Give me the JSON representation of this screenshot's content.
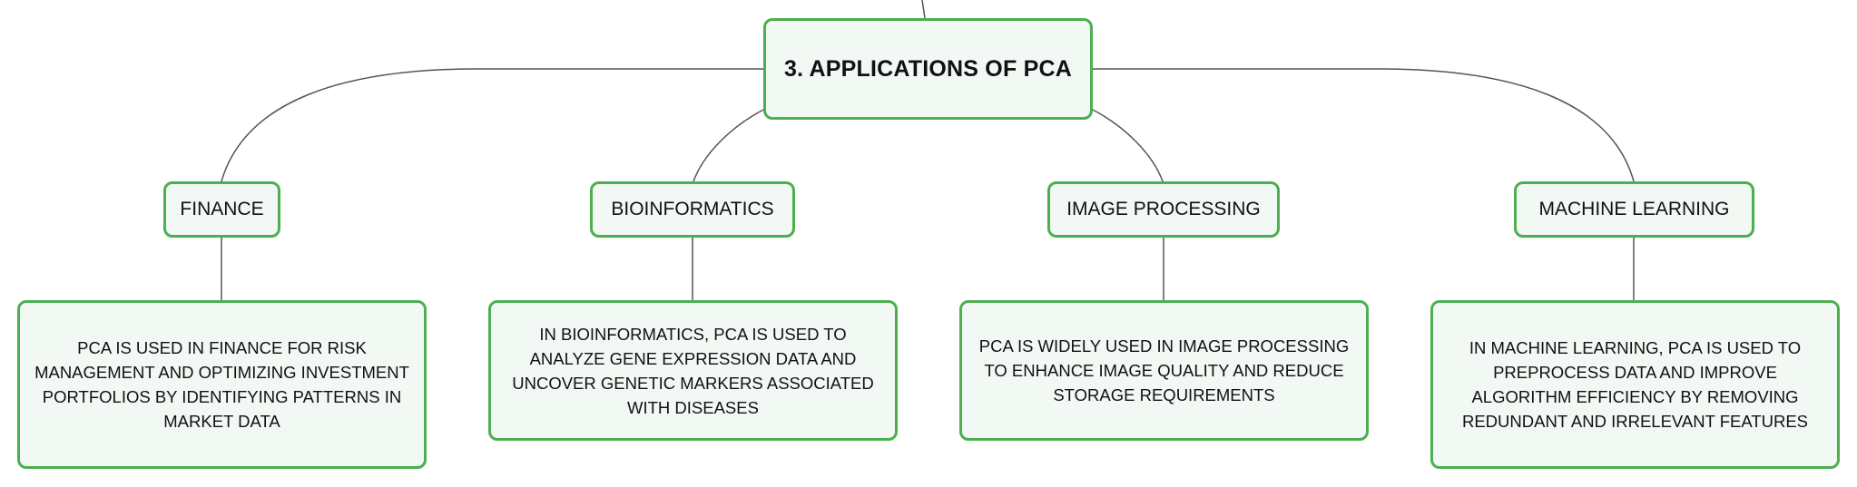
{
  "diagram": {
    "root": {
      "label": "3. APPLICATIONS OF PCA"
    },
    "branches": [
      {
        "label": "FINANCE",
        "description": "PCA IS USED IN FINANCE FOR RISK MANAGEMENT AND OPTIMIZING INVESTMENT PORTFOLIOS BY IDENTIFYING PATTERNS IN MARKET DATA"
      },
      {
        "label": "BIOINFORMATICS",
        "description": "IN BIOINFORMATICS, PCA IS USED TO ANALYZE GENE EXPRESSION DATA AND UNCOVER GENETIC MARKERS ASSOCIATED WITH DISEASES"
      },
      {
        "label": "IMAGE PROCESSING",
        "description": "PCA IS WIDELY USED IN IMAGE PROCESSING TO ENHANCE IMAGE QUALITY AND REDUCE STORAGE REQUIREMENTS"
      },
      {
        "label": "MACHINE LEARNING",
        "description": "IN MACHINE LEARNING, PCA IS USED TO PREPROCESS DATA AND IMPROVE ALGORITHM EFFICIENCY BY REMOVING REDUNDANT AND IRRELEVANT FEATURES"
      }
    ],
    "colors": {
      "node_border": "#4caf50",
      "node_fill": "#f2f8f3",
      "connector": "#555555"
    }
  }
}
